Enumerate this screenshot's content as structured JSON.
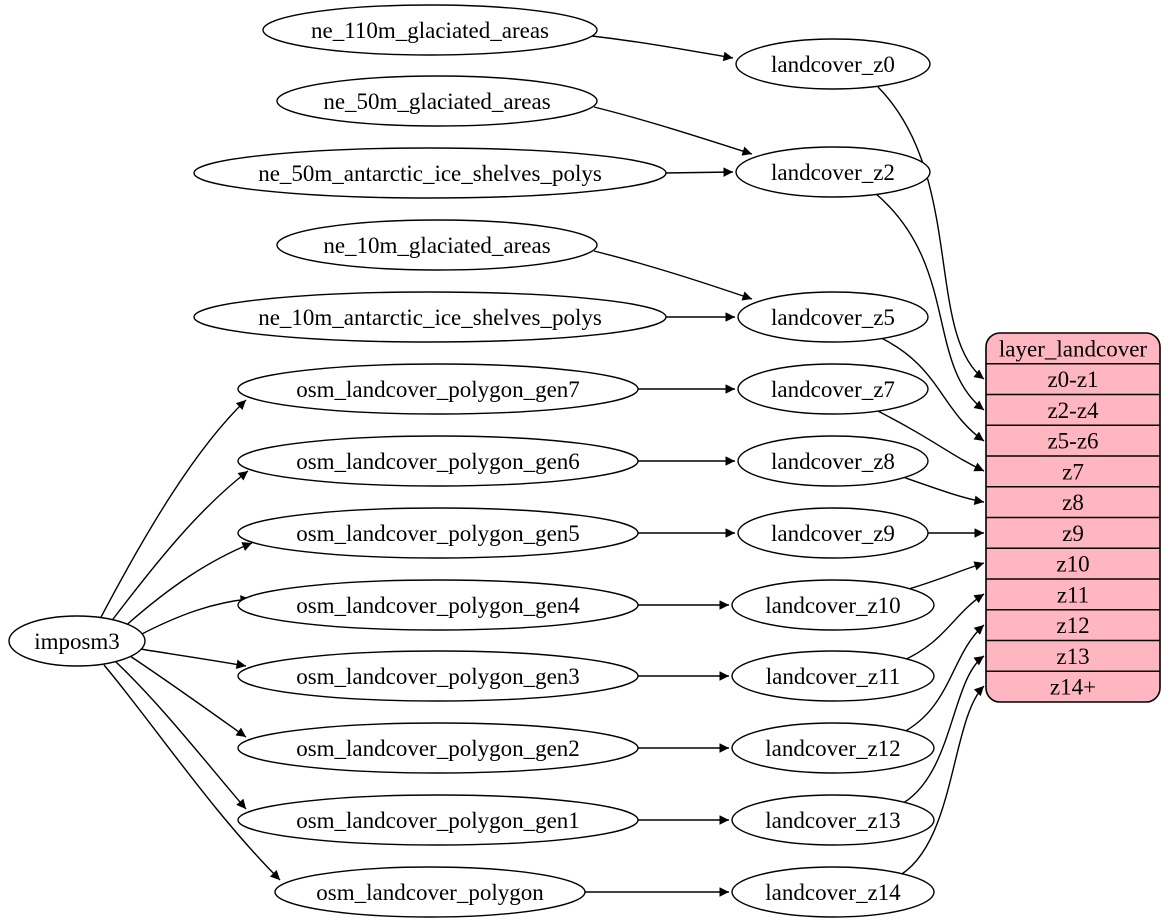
{
  "diagram": {
    "kind": "dependency-graph",
    "colors": {
      "background": "#ffffff",
      "node_fill": "#ffffff",
      "node_stroke": "#000000",
      "edge_color": "#000000",
      "record_fill": "#ffb6c1",
      "text_color": "#000000"
    },
    "nodes": [
      {
        "id": "imposm3",
        "label": "imposm3"
      },
      {
        "id": "ne_110m_glaciated_areas",
        "label": "ne_110m_glaciated_areas"
      },
      {
        "id": "ne_50m_glaciated_areas",
        "label": "ne_50m_glaciated_areas"
      },
      {
        "id": "ne_50m_antarctic_ice_shelves_polys",
        "label": "ne_50m_antarctic_ice_shelves_polys"
      },
      {
        "id": "ne_10m_glaciated_areas",
        "label": "ne_10m_glaciated_areas"
      },
      {
        "id": "ne_10m_antarctic_ice_shelves_polys",
        "label": "ne_10m_antarctic_ice_shelves_polys"
      },
      {
        "id": "osm_landcover_polygon_gen7",
        "label": "osm_landcover_polygon_gen7"
      },
      {
        "id": "osm_landcover_polygon_gen6",
        "label": "osm_landcover_polygon_gen6"
      },
      {
        "id": "osm_landcover_polygon_gen5",
        "label": "osm_landcover_polygon_gen5"
      },
      {
        "id": "osm_landcover_polygon_gen4",
        "label": "osm_landcover_polygon_gen4"
      },
      {
        "id": "osm_landcover_polygon_gen3",
        "label": "osm_landcover_polygon_gen3"
      },
      {
        "id": "osm_landcover_polygon_gen2",
        "label": "osm_landcover_polygon_gen2"
      },
      {
        "id": "osm_landcover_polygon_gen1",
        "label": "osm_landcover_polygon_gen1"
      },
      {
        "id": "osm_landcover_polygon",
        "label": "osm_landcover_polygon"
      },
      {
        "id": "landcover_z0",
        "label": "landcover_z0"
      },
      {
        "id": "landcover_z2",
        "label": "landcover_z2"
      },
      {
        "id": "landcover_z5",
        "label": "landcover_z5"
      },
      {
        "id": "landcover_z7",
        "label": "landcover_z7"
      },
      {
        "id": "landcover_z8",
        "label": "landcover_z8"
      },
      {
        "id": "landcover_z9",
        "label": "landcover_z9"
      },
      {
        "id": "landcover_z10",
        "label": "landcover_z10"
      },
      {
        "id": "landcover_z11",
        "label": "landcover_z11"
      },
      {
        "id": "landcover_z12",
        "label": "landcover_z12"
      },
      {
        "id": "landcover_z13",
        "label": "landcover_z13"
      },
      {
        "id": "landcover_z14",
        "label": "landcover_z14"
      }
    ],
    "record": {
      "id": "layer_landcover",
      "title": "layer_landcover",
      "rows": [
        "z0-z1",
        "z2-z4",
        "z5-z6",
        "z7",
        "z8",
        "z9",
        "z10",
        "z11",
        "z12",
        "z13",
        "z14+"
      ]
    },
    "edges": [
      {
        "from": "imposm3",
        "to": "osm_landcover_polygon_gen7"
      },
      {
        "from": "imposm3",
        "to": "osm_landcover_polygon_gen6"
      },
      {
        "from": "imposm3",
        "to": "osm_landcover_polygon_gen5"
      },
      {
        "from": "imposm3",
        "to": "osm_landcover_polygon_gen4"
      },
      {
        "from": "imposm3",
        "to": "osm_landcover_polygon_gen3"
      },
      {
        "from": "imposm3",
        "to": "osm_landcover_polygon_gen2"
      },
      {
        "from": "imposm3",
        "to": "osm_landcover_polygon_gen1"
      },
      {
        "from": "imposm3",
        "to": "osm_landcover_polygon"
      },
      {
        "from": "ne_110m_glaciated_areas",
        "to": "landcover_z0"
      },
      {
        "from": "ne_50m_glaciated_areas",
        "to": "landcover_z2"
      },
      {
        "from": "ne_50m_antarctic_ice_shelves_polys",
        "to": "landcover_z2"
      },
      {
        "from": "ne_10m_glaciated_areas",
        "to": "landcover_z5"
      },
      {
        "from": "ne_10m_antarctic_ice_shelves_polys",
        "to": "landcover_z5"
      },
      {
        "from": "osm_landcover_polygon_gen7",
        "to": "landcover_z7"
      },
      {
        "from": "osm_landcover_polygon_gen6",
        "to": "landcover_z8"
      },
      {
        "from": "osm_landcover_polygon_gen5",
        "to": "landcover_z9"
      },
      {
        "from": "osm_landcover_polygon_gen4",
        "to": "landcover_z10"
      },
      {
        "from": "osm_landcover_polygon_gen3",
        "to": "landcover_z11"
      },
      {
        "from": "osm_landcover_polygon_gen2",
        "to": "landcover_z12"
      },
      {
        "from": "osm_landcover_polygon_gen1",
        "to": "landcover_z13"
      },
      {
        "from": "osm_landcover_polygon",
        "to": "landcover_z14"
      },
      {
        "from": "landcover_z0",
        "to": "layer_landcover",
        "port": "z0-z1"
      },
      {
        "from": "landcover_z2",
        "to": "layer_landcover",
        "port": "z2-z4"
      },
      {
        "from": "landcover_z5",
        "to": "layer_landcover",
        "port": "z5-z6"
      },
      {
        "from": "landcover_z7",
        "to": "layer_landcover",
        "port": "z7"
      },
      {
        "from": "landcover_z8",
        "to": "layer_landcover",
        "port": "z8"
      },
      {
        "from": "landcover_z9",
        "to": "layer_landcover",
        "port": "z9"
      },
      {
        "from": "landcover_z10",
        "to": "layer_landcover",
        "port": "z10"
      },
      {
        "from": "landcover_z11",
        "to": "layer_landcover",
        "port": "z11"
      },
      {
        "from": "landcover_z12",
        "to": "layer_landcover",
        "port": "z12"
      },
      {
        "from": "landcover_z13",
        "to": "layer_landcover",
        "port": "z13"
      },
      {
        "from": "landcover_z14",
        "to": "layer_landcover",
        "port": "z14+"
      }
    ]
  }
}
